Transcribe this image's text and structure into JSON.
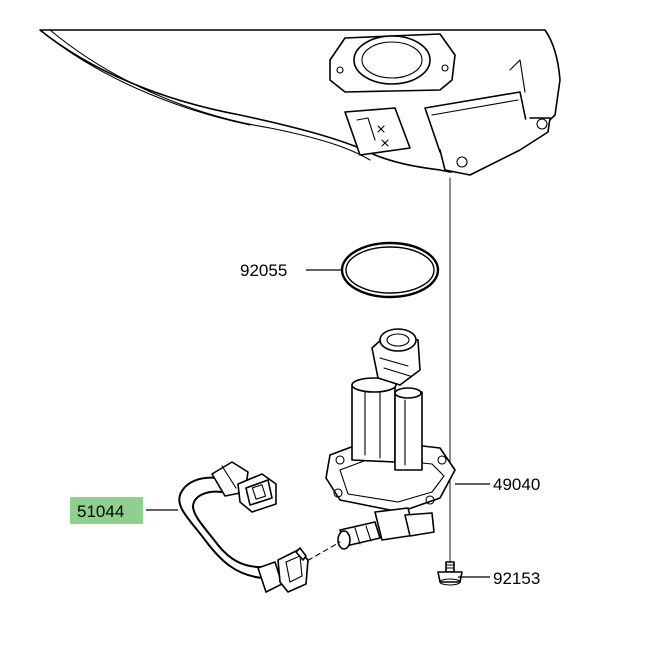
{
  "highlight_color": "#8fcf8f",
  "parts": [
    {
      "id": "ring",
      "number": "92055",
      "highlighted": false
    },
    {
      "id": "pump",
      "number": "49040",
      "highlighted": false
    },
    {
      "id": "hose",
      "number": "51044",
      "highlighted": true
    },
    {
      "id": "bolt",
      "number": "92153",
      "highlighted": false
    }
  ]
}
